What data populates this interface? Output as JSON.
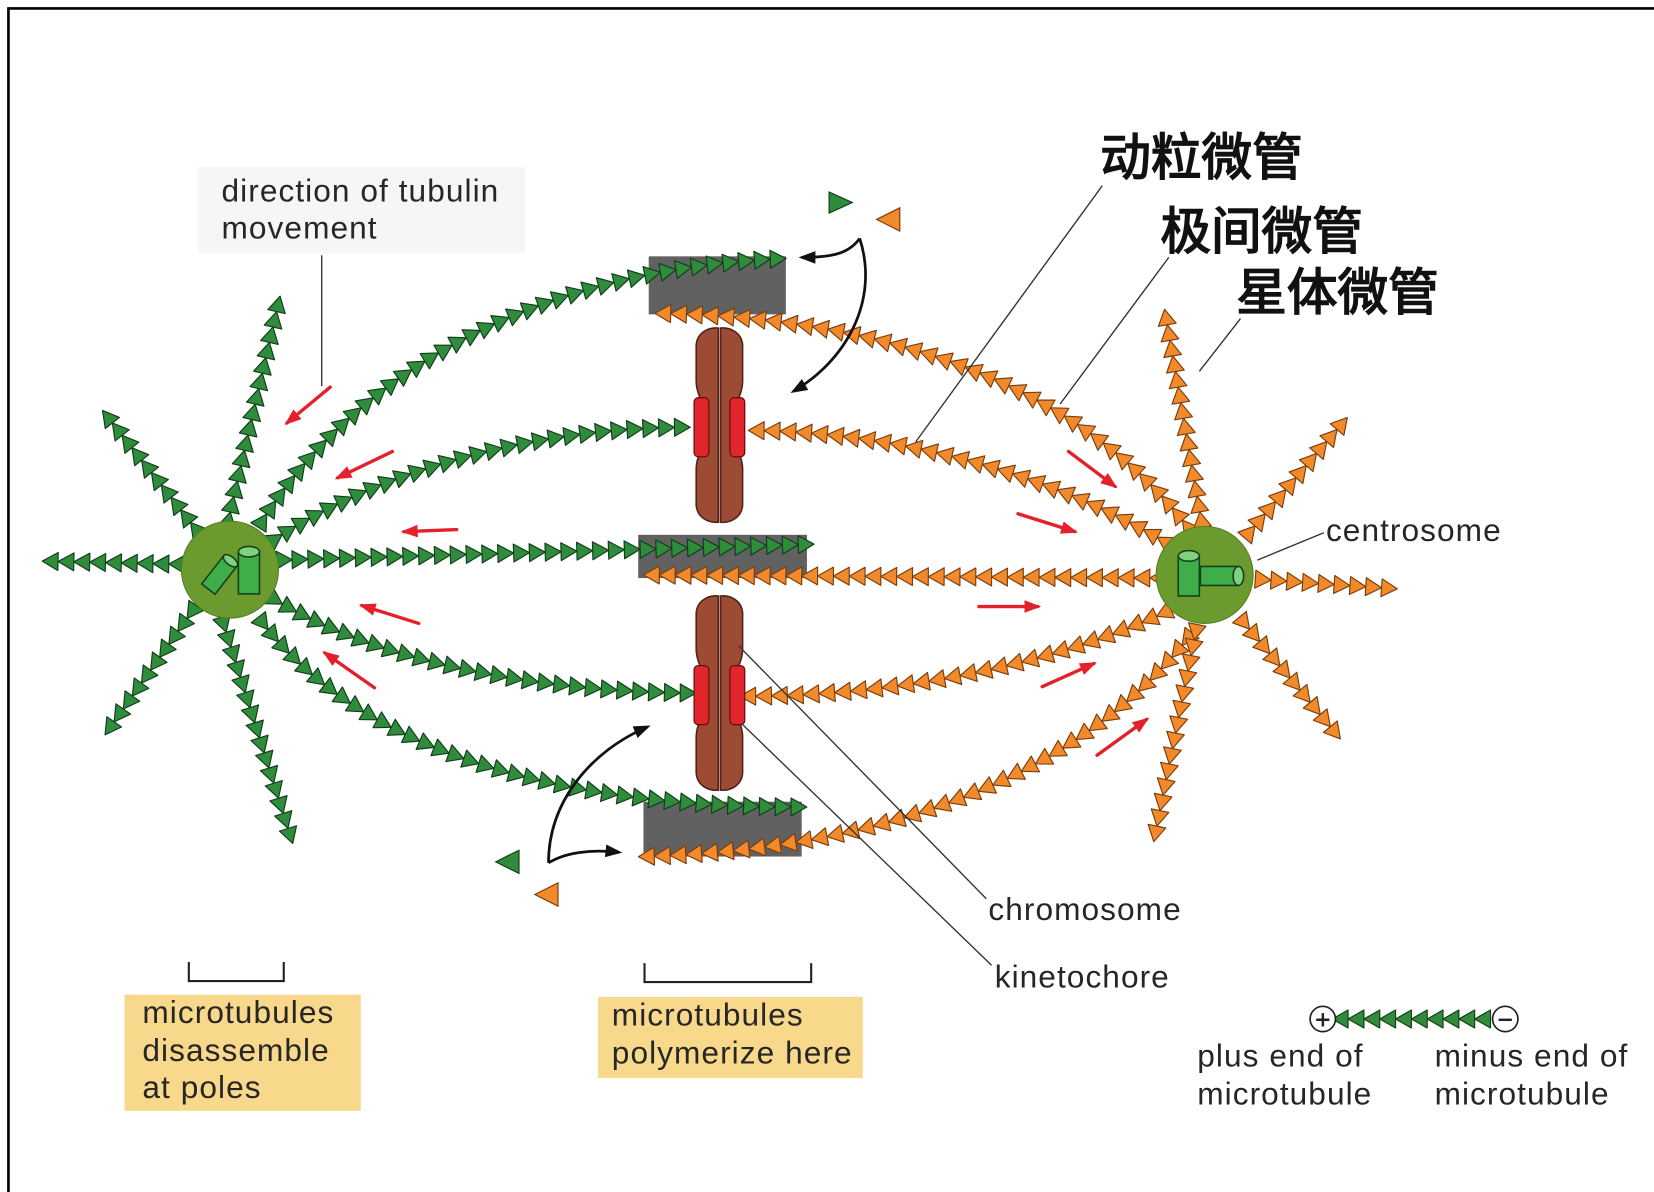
{
  "labels": {
    "tubulin_direction": [
      "direction of tubulin",
      "movement"
    ],
    "kinetochore_microtubule": "动粒微管",
    "interpolar_microtubule": "极间微管",
    "astral_microtubule": "星体微管",
    "centrosome": "centrosome",
    "chromosome": "chromosome",
    "kinetochore": "kinetochore"
  },
  "callouts": {
    "poles": [
      "microtubules",
      "disassemble",
      "at poles"
    ],
    "overlap": [
      "microtubules",
      "polymerize here"
    ]
  },
  "legend": {
    "plus_symbol": "+",
    "minus_symbol": "−",
    "plus_label": [
      "plus end of",
      "microtubule"
    ],
    "minus_label": [
      "minus end of",
      "microtubule"
    ]
  },
  "colors": {
    "tubulin_left": "#2e8c3c",
    "tubulin_left_outline": "#123d18",
    "tubulin_right": "#f28a2b",
    "tubulin_right_outline": "#7a3d0c",
    "overlap_zone": "#616161",
    "chromosome": "#9d4b35",
    "kinetochore": "#e1262c",
    "flux_arrow": "#e4202a",
    "centrosome": "#6b9b2f",
    "callout_box": "#f8d98b"
  }
}
